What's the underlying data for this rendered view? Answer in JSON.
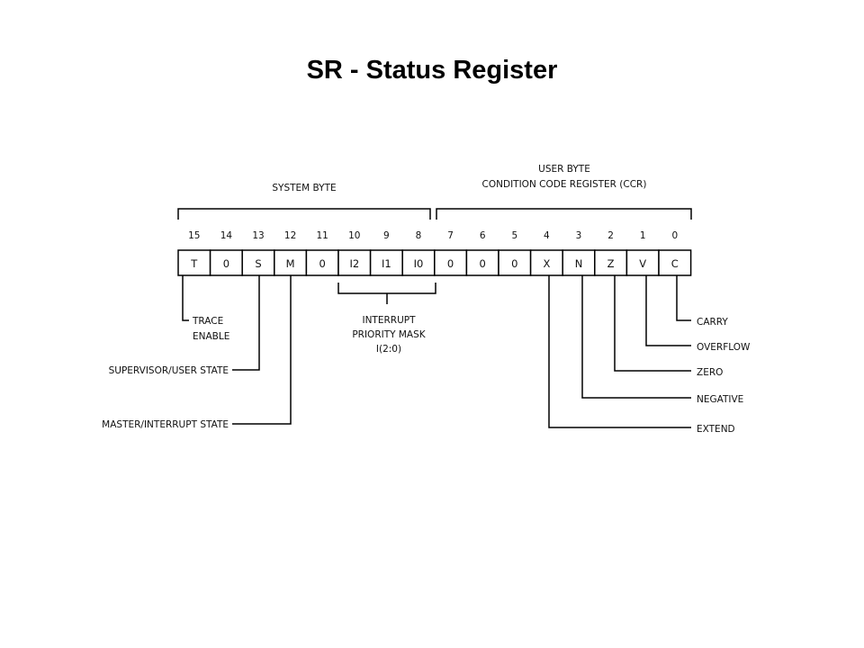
{
  "title": "SR - Status Register",
  "bytes": {
    "system": "SYSTEM BYTE",
    "user_line1": "USER BYTE",
    "user_line2": "CONDITION CODE REGISTER (CCR)"
  },
  "bits": [
    {
      "num": "15",
      "flag": "T"
    },
    {
      "num": "14",
      "flag": "0"
    },
    {
      "num": "13",
      "flag": "S"
    },
    {
      "num": "12",
      "flag": "M"
    },
    {
      "num": "11",
      "flag": "0"
    },
    {
      "num": "10",
      "flag": "I2"
    },
    {
      "num": "9",
      "flag": "I1"
    },
    {
      "num": "8",
      "flag": "I0"
    },
    {
      "num": "7",
      "flag": "0"
    },
    {
      "num": "6",
      "flag": "0"
    },
    {
      "num": "5",
      "flag": "0"
    },
    {
      "num": "4",
      "flag": "X"
    },
    {
      "num": "3",
      "flag": "N"
    },
    {
      "num": "2",
      "flag": "Z"
    },
    {
      "num": "1",
      "flag": "V"
    },
    {
      "num": "0",
      "flag": "C"
    }
  ],
  "left_labels": {
    "trace_line1": "TRACE",
    "trace_line2": "ENABLE",
    "supervisor": "SUPERVISOR/USER STATE",
    "master": "MASTER/INTERRUPT STATE"
  },
  "interrupt": {
    "line1": "INTERRUPT",
    "line2": "PRIORITY MASK",
    "line3": "I(2:0)"
  },
  "right_labels": {
    "carry": "CARRY",
    "overflow": "OVERFLOW",
    "zero": "ZERO",
    "negative": "NEGATIVE",
    "extend": "EXTEND"
  }
}
